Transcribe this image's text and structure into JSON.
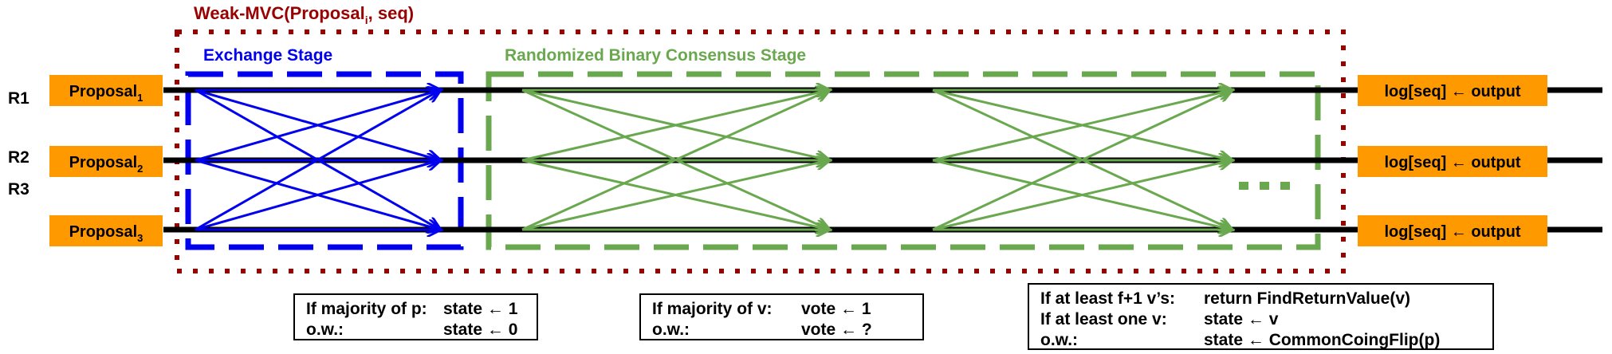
{
  "outer": {
    "title_main": "Weak-MVC(Proposal",
    "title_sub": "i",
    "title_tail": ",  seq)"
  },
  "stages": {
    "exchange": "Exchange Stage",
    "binary": "Randomized Binary Consensus Stage",
    "ellipsis": "..."
  },
  "replicas": [
    {
      "label": "R1",
      "proposal": "Proposal",
      "sub": "1",
      "output": "log[seq] ← output"
    },
    {
      "label": "R2",
      "proposal": "Proposal",
      "sub": "2",
      "output": "log[seq] ← output"
    },
    {
      "label": "R3",
      "proposal": "Proposal",
      "sub": "3",
      "output": "log[seq] ← output"
    }
  ],
  "notes": {
    "exchange": {
      "row1_a": "If majority of p:",
      "row1_b": "state ← 1",
      "row2_a": "o.w.:",
      "row2_b": "state ← 0"
    },
    "vote": {
      "row1_a": "If majority of v:",
      "row1_b": "vote ← 1",
      "row2_a": "o.w.:",
      "row2_b": "vote ← ?"
    },
    "final": {
      "row1_a": "If at least f+1 v’s:",
      "row1_b": "return FindReturnValue(v)",
      "row2_a": "If at least one v:",
      "row2_b": "state ← v",
      "row3_a": "o.w.:",
      "row3_b": "state ← CommonCoingFlip(p)"
    }
  },
  "colors": {
    "orange": "#FF9900",
    "blue": "#0000EE",
    "green": "#6AA84F",
    "dark_red": "#990000",
    "black": "#000000"
  }
}
